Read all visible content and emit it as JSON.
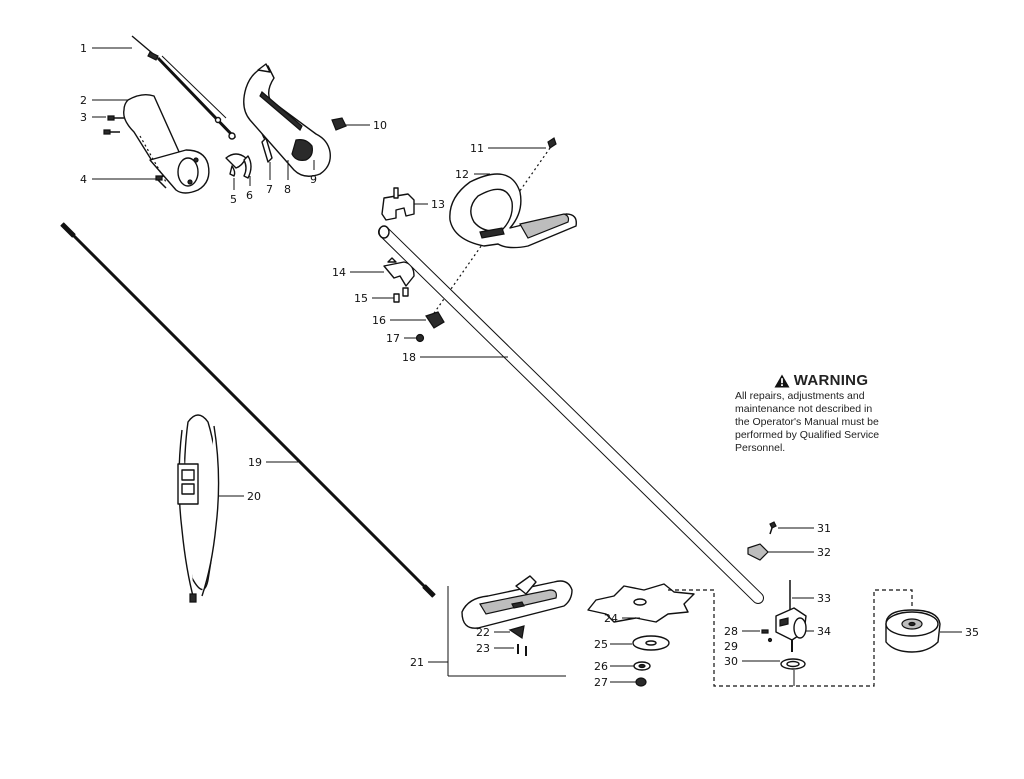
{
  "warning": {
    "title": "WARNING",
    "icon": "warning-triangle-icon",
    "text": "All repairs, adjustments and\nmaintenance not described in\nthe Operator's Manual must be\nperformed by Qualified Service\nPersonnel."
  },
  "callouts": [
    "1",
    "2",
    "3",
    "4",
    "5",
    "6",
    "7",
    "8",
    "9",
    "10",
    "11",
    "12",
    "13",
    "14",
    "15",
    "16",
    "17",
    "18",
    "19",
    "20",
    "21",
    "22",
    "23",
    "24",
    "25",
    "26",
    "27",
    "28",
    "29",
    "30",
    "31",
    "32",
    "33",
    "34",
    "35"
  ]
}
